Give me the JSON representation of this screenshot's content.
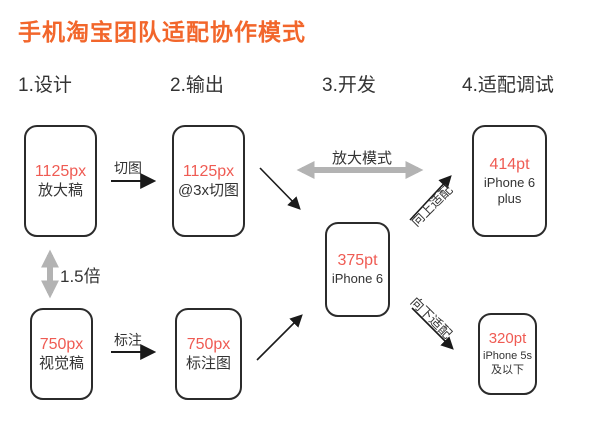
{
  "title": "手机淘宝团队适配协作模式",
  "colors": {
    "accent_orange": "#f2662b",
    "value_red": "#ef5b53",
    "text_dark": "#333333",
    "box_border": "#2b2b2b",
    "gray_arrow": "#b3b3b3"
  },
  "columns": [
    {
      "label": "1.设计"
    },
    {
      "label": "2.输出"
    },
    {
      "label": "3.开发"
    },
    {
      "label": "4.适配调试"
    }
  ],
  "nodes": {
    "enlarged_draft": {
      "value": "1125px",
      "label": "放大稿"
    },
    "visual_draft": {
      "value": "750px",
      "label": "视觉稿"
    },
    "sliced_assets": {
      "value": "1125px",
      "label": "@3x切图"
    },
    "annotated_spec": {
      "value": "750px",
      "label": "标注图"
    },
    "iphone6": {
      "value": "375pt",
      "label": "iPhone 6"
    },
    "iphone6plus": {
      "value": "414pt",
      "label": "iPhone 6 plus"
    },
    "iphone5s": {
      "value": "320pt",
      "label": "iPhone 5s",
      "label2": "及以下"
    }
  },
  "edges": {
    "slice": "切图",
    "annotate": "标注",
    "scale_factor": "1.5倍",
    "zoom_mode": "放大模式",
    "adapt_up": "向上适配",
    "adapt_down": "向下适配"
  }
}
